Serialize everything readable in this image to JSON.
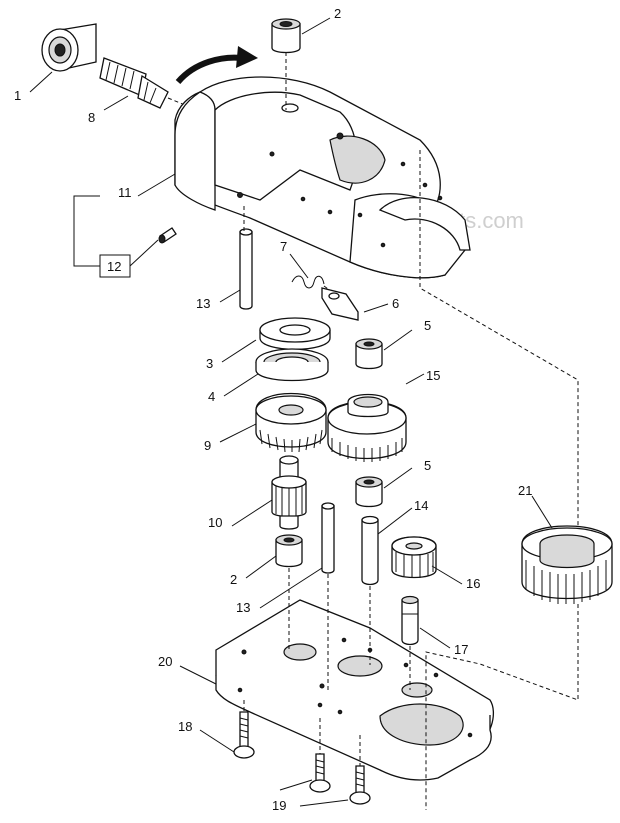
{
  "watermark": "eReplacementParts.com",
  "callouts": [
    {
      "id": "1",
      "text": "1"
    },
    {
      "id": "2a",
      "text": "2"
    },
    {
      "id": "8",
      "text": "8"
    },
    {
      "id": "11",
      "text": "11"
    },
    {
      "id": "12",
      "text": "12"
    },
    {
      "id": "7",
      "text": "7"
    },
    {
      "id": "13a",
      "text": "13"
    },
    {
      "id": "6",
      "text": "6"
    },
    {
      "id": "5a",
      "text": "5"
    },
    {
      "id": "3",
      "text": "3"
    },
    {
      "id": "15",
      "text": "15"
    },
    {
      "id": "4",
      "text": "4"
    },
    {
      "id": "9",
      "text": "9"
    },
    {
      "id": "5b",
      "text": "5"
    },
    {
      "id": "21",
      "text": "21"
    },
    {
      "id": "14",
      "text": "14"
    },
    {
      "id": "10",
      "text": "10"
    },
    {
      "id": "16",
      "text": "16"
    },
    {
      "id": "2b",
      "text": "2"
    },
    {
      "id": "13b",
      "text": "13"
    },
    {
      "id": "17",
      "text": "17"
    },
    {
      "id": "20",
      "text": "20"
    },
    {
      "id": "18",
      "text": "18"
    },
    {
      "id": "19",
      "text": "19"
    }
  ]
}
